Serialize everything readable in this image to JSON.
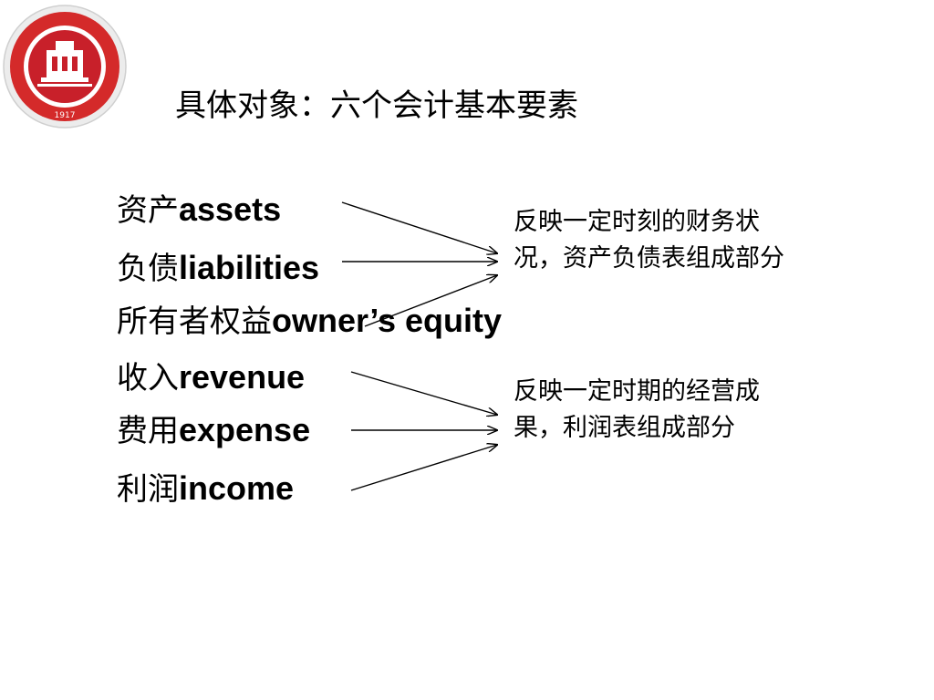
{
  "logo": {
    "name": "university-seal",
    "year": "1917",
    "colors": {
      "ring": "#d42a2a",
      "inner": "#c8202a",
      "rim": "#e5e5e5"
    }
  },
  "slide": {
    "title": "具体对象：六个会计基本要素",
    "elements": [
      {
        "zh": "资产",
        "en": "assets"
      },
      {
        "zh": "负债",
        "en": "liabilities"
      },
      {
        "zh": "所有者权益",
        "en": "owner’s equity"
      },
      {
        "zh": "收入",
        "en": "revenue"
      },
      {
        "zh": "费用",
        "en": "expense"
      },
      {
        "zh": "利润",
        "en": "income"
      }
    ],
    "descriptions": [
      {
        "text": "反映一定时刻的财务状况，资产负债表组成部分"
      },
      {
        "text": "反映一定时期的经营成果，利润表组成部分"
      }
    ]
  }
}
